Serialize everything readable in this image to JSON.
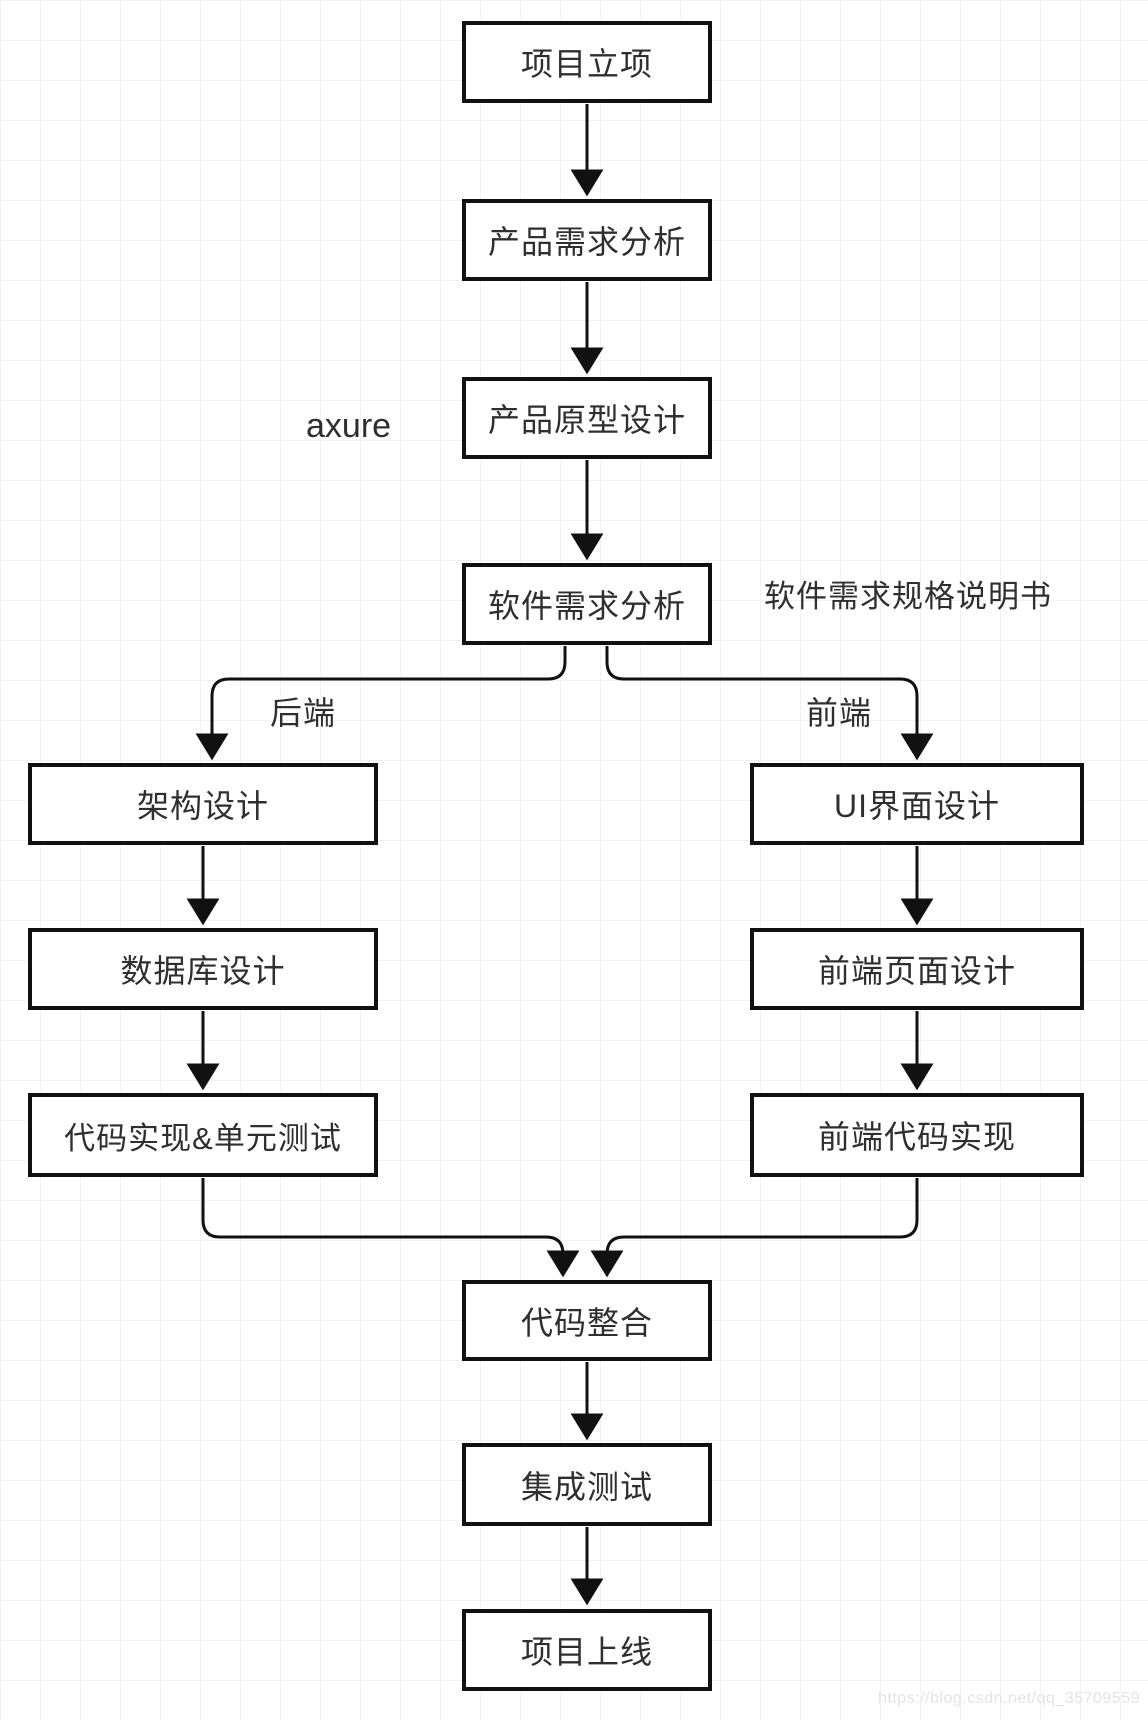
{
  "colors": {
    "line": "#111111",
    "node_fill": "#ffffff",
    "text": "#2f2f2f",
    "grid": "#f2f2f2",
    "background": "#ffffff",
    "watermark_text": "#e4e4e4"
  },
  "nodes": {
    "project_initiation": "项目立项",
    "product_requirements_analysis": "产品需求分析",
    "product_prototype_design": "产品原型设计",
    "software_requirements_analysis": "软件需求分析",
    "architecture_design": "架构设计",
    "database_design": "数据库设计",
    "code_implementation_unit_test": "代码实现&单元测试",
    "ui_design": "UI界面设计",
    "frontend_page_design": "前端页面设计",
    "frontend_code_implementation": "前端代码实现",
    "code_integration": "代码整合",
    "integration_testing": "集成测试",
    "project_launch": "项目上线"
  },
  "annotations": {
    "axure": "axure",
    "srs_doc": "软件需求规格说明书",
    "backend_branch": "后端",
    "frontend_branch": "前端"
  },
  "watermark": {
    "text": "https://blog.csdn.net/qq_35709559"
  },
  "edges": [
    {
      "from": "项目立项",
      "to": "产品需求分析"
    },
    {
      "from": "产品需求分析",
      "to": "产品原型设计"
    },
    {
      "from": "产品原型设计",
      "to": "软件需求分析"
    },
    {
      "from": "软件需求分析",
      "to": "架构设计",
      "label": "后端"
    },
    {
      "from": "软件需求分析",
      "to": "UI界面设计",
      "label": "前端"
    },
    {
      "from": "架构设计",
      "to": "数据库设计"
    },
    {
      "from": "数据库设计",
      "to": "代码实现&单元测试"
    },
    {
      "from": "UI界面设计",
      "to": "前端页面设计"
    },
    {
      "from": "前端页面设计",
      "to": "前端代码实现"
    },
    {
      "from": "代码实现&单元测试",
      "to": "代码整合"
    },
    {
      "from": "前端代码实现",
      "to": "代码整合"
    },
    {
      "from": "代码整合",
      "to": "集成测试"
    },
    {
      "from": "集成测试",
      "to": "项目上线"
    }
  ]
}
